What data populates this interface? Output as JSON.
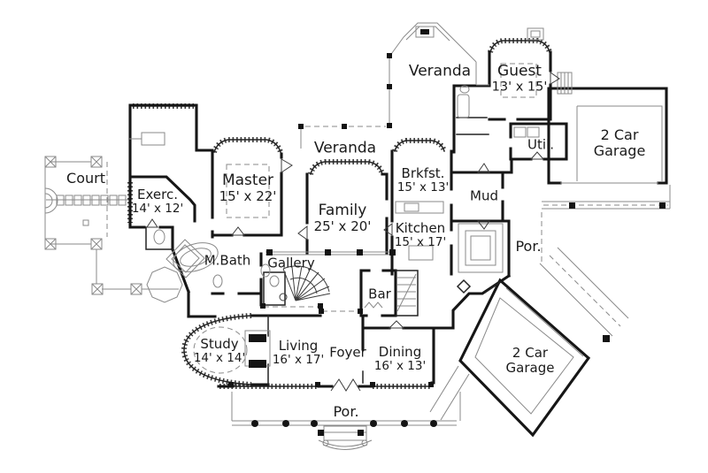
{
  "meta": {
    "drawing": "house floor plan"
  },
  "colors": {
    "background": "#ffffff",
    "wall_line": "#161616",
    "light_line": "#8a8a8a",
    "text": "#1b1b1b"
  },
  "rooms": {
    "court": {
      "name": "Court"
    },
    "exercise": {
      "name": "Exerc.",
      "dims": "14' x 12'"
    },
    "master": {
      "name": "Master",
      "dims": "15' x 22'"
    },
    "veranda_top": {
      "name": "Veranda"
    },
    "veranda_mid": {
      "name": "Veranda"
    },
    "guest": {
      "name": "Guest",
      "dims": "13' x 15'"
    },
    "garage_ne": {
      "name": "2 Car Garage"
    },
    "util": {
      "name": "Util."
    },
    "brkfst": {
      "name": "Brkfst.",
      "dims": "15' x 13'"
    },
    "mud": {
      "name": "Mud"
    },
    "family": {
      "name": "Family",
      "dims": "25' x 20'"
    },
    "kitchen": {
      "name": "Kitchen",
      "dims": "15' x 17'"
    },
    "mbath": {
      "name": "M.Bath"
    },
    "gallery": {
      "name": "Gallery"
    },
    "porch_right": {
      "name": "Por."
    },
    "bar": {
      "name": "Bar"
    },
    "study": {
      "name": "Study",
      "dims": "14' x 14'"
    },
    "living": {
      "name": "Living",
      "dims": "16' x 17'"
    },
    "foyer": {
      "name": "Foyer"
    },
    "dining": {
      "name": "Dining",
      "dims": "16' x 13'"
    },
    "garage_se": {
      "name": "2 Car Garage"
    },
    "porch_bottom": {
      "name": "Por."
    }
  }
}
